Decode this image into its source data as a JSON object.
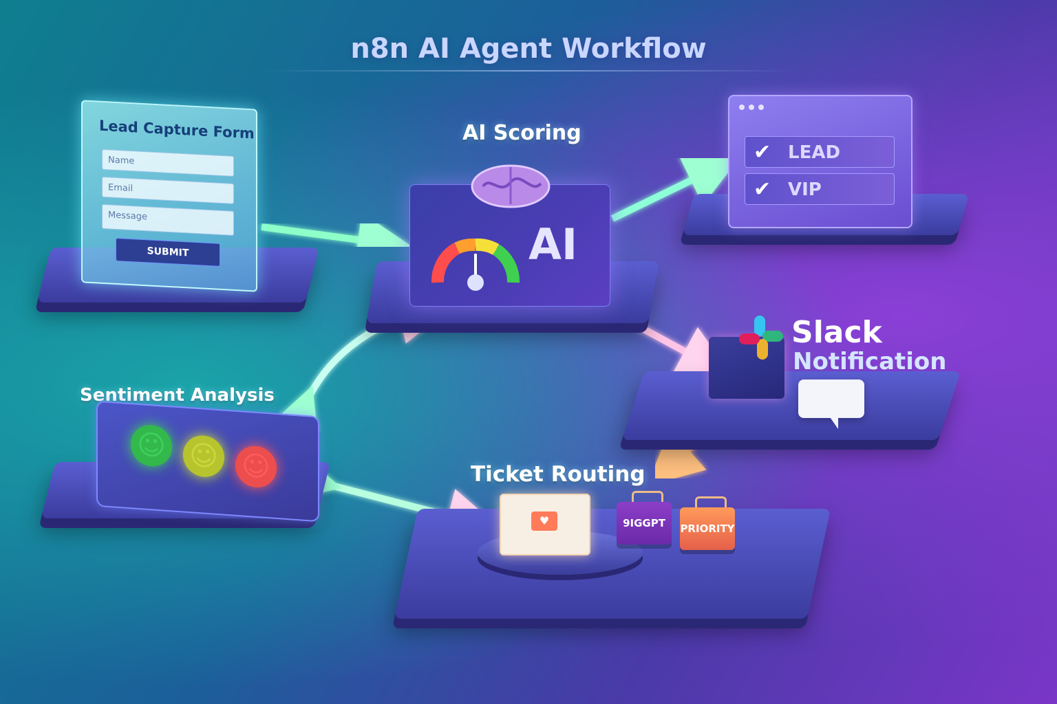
{
  "title": "n8n AI Agent Workflow",
  "nodes": {
    "lead_form": {
      "title": "Lead Capture Form",
      "fields": [
        "Name",
        "Email",
        "Message"
      ],
      "submit_label": "SUBMIT"
    },
    "ai_scoring": {
      "label": "AI Scoring",
      "box_text": "AI"
    },
    "checklist": {
      "items": [
        "LEAD",
        "VIP"
      ]
    },
    "slack": {
      "name": "Slack",
      "subtitle": "Notification"
    },
    "sentiment": {
      "label": "Sentiment Analysis"
    },
    "ticket_routing": {
      "label": "Ticket Routing",
      "bins": [
        "9IGGPT",
        "PRIORITY"
      ]
    }
  },
  "colors": {
    "face_positive": "#3ed05a",
    "face_neutral": "#c9d93a",
    "face_negative": "#ff5a5a",
    "arrow_green": "#8effc8",
    "arrow_pink": "#ffc4e6",
    "arrow_orange": "#ffb36b"
  },
  "icons": [
    "brain-icon",
    "gauge-icon",
    "check-icon",
    "slack-logo-icon",
    "chat-bubble-icon",
    "envelope-icon",
    "smiley-icon",
    "bin-icon"
  ]
}
